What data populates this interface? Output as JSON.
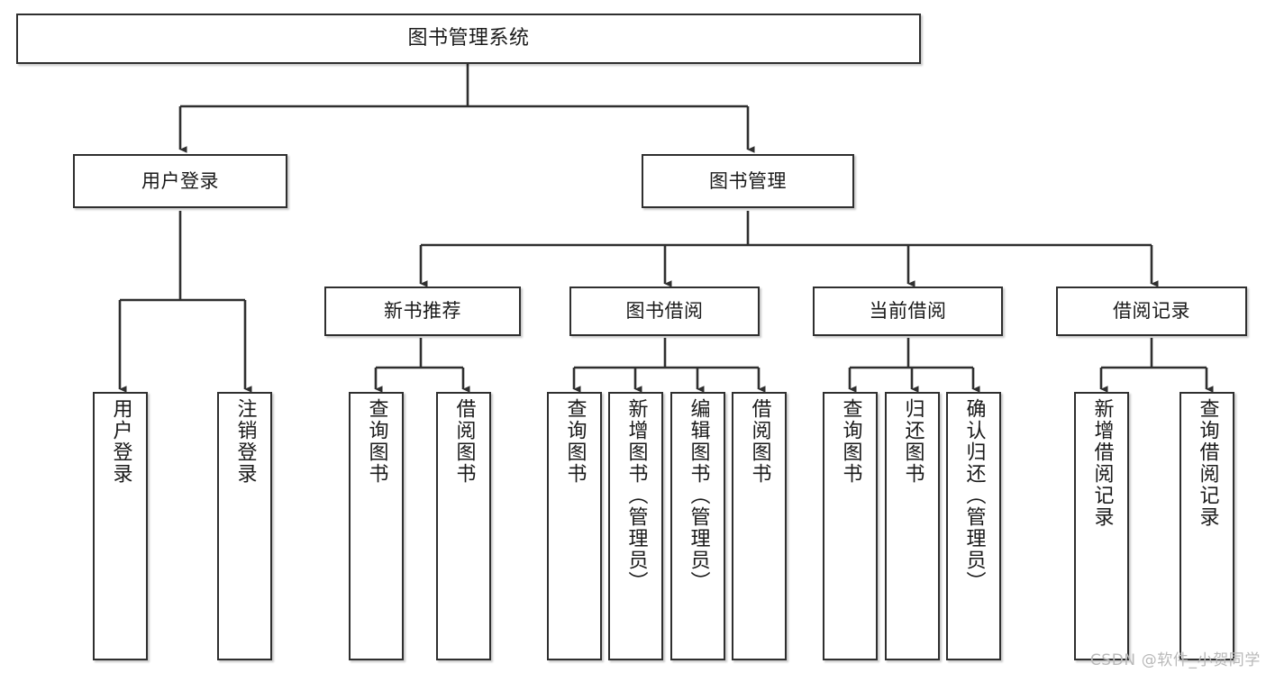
{
  "diagram": {
    "title": "图书管理系统",
    "watermark": "CSDN @软件_小贺同学",
    "colors": {
      "box_border": "#2f2f2f",
      "edge": "#2f2f2f",
      "background": "#ffffff",
      "text": "#1a1a1a",
      "watermark": "#b9b9b9"
    },
    "nodes": {
      "root": "图书管理系统",
      "level2": {
        "user_login": "用户登录",
        "book_manage": "图书管理"
      },
      "level3": {
        "new_book_rec": "新书推荐",
        "book_borrow": "图书借阅",
        "current_borrow": "当前借阅",
        "borrow_record": "借阅记录"
      },
      "leaves": {
        "user_login_1": "用户登录",
        "user_login_2": "注销登录",
        "new_book_rec_1": "查询图书",
        "new_book_rec_2": "借阅图书",
        "book_borrow_1": "查询图书",
        "book_borrow_2": "新增图书（管理员）",
        "book_borrow_3": "编辑图书（管理员）",
        "book_borrow_4": "借阅图书",
        "current_borrow_1": "查询图书",
        "current_borrow_2": "归还图书",
        "current_borrow_3": "确认归还（管理员）",
        "borrow_record_1": "新增借阅记录",
        "borrow_record_2": "查询借阅记录"
      }
    }
  }
}
